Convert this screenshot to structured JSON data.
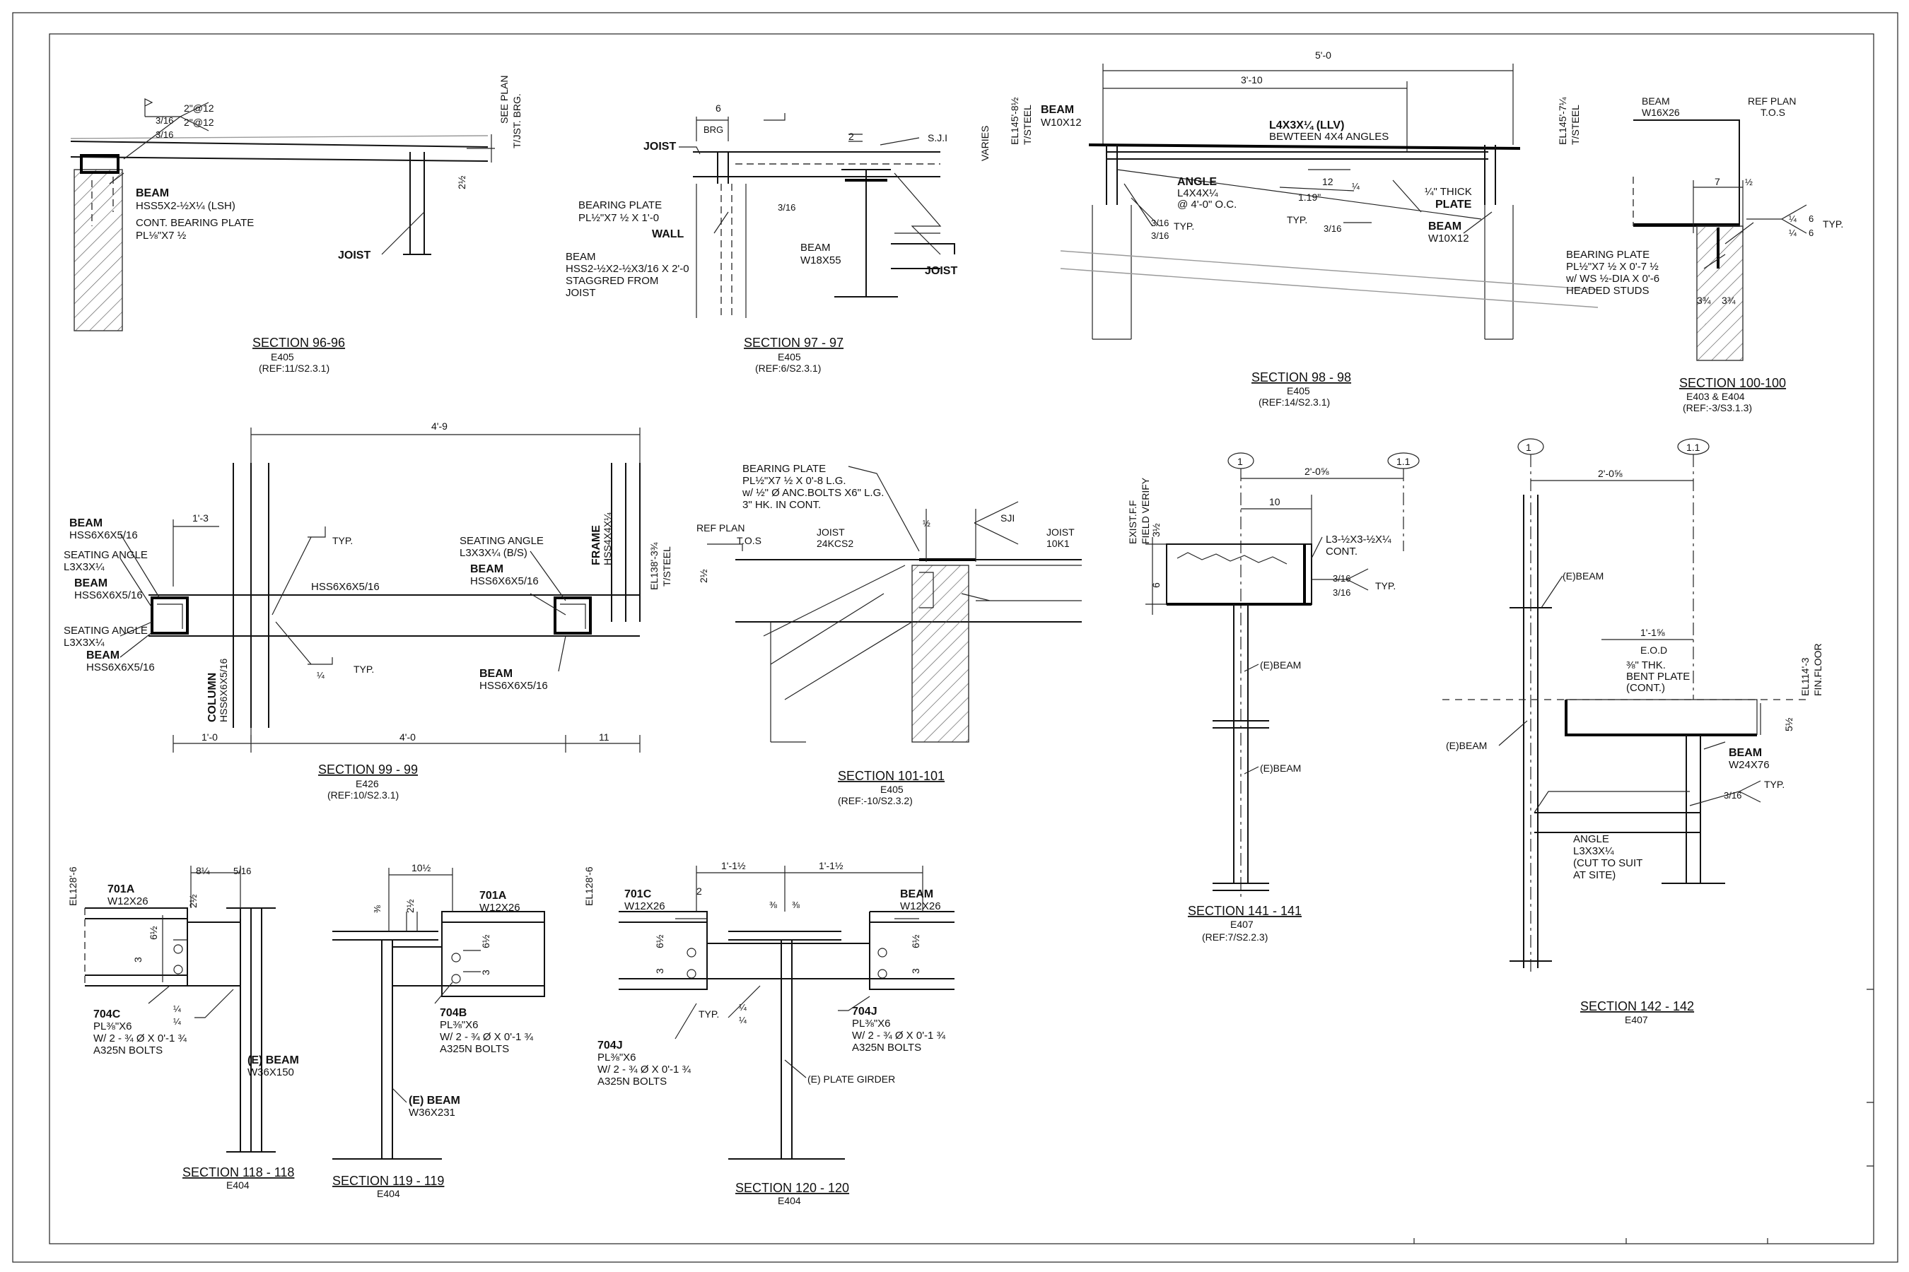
{
  "sections": {
    "s96": {
      "title": "SECTION 96-96",
      "sheet": "E405",
      "ref": "(REF:11/S2.3.1)"
    },
    "s97": {
      "title": "SECTION 97 - 97",
      "sheet": "E405",
      "ref": "(REF:6/S2.3.1)"
    },
    "s98": {
      "title": "SECTION 98 - 98",
      "sheet": "E405",
      "ref": "(REF:14/S2.3.1)"
    },
    "s100": {
      "title": "SECTION 100-100",
      "sheet": "E403 & E404",
      "ref": "(REF:-3/S3.1.3)"
    },
    "s99": {
      "title": "SECTION 99 - 99",
      "sheet": "E426",
      "ref": "(REF:10/S2.3.1)"
    },
    "s101": {
      "title": "SECTION 101-101",
      "sheet": "E405",
      "ref": "(REF:-10/S2.3.2)"
    },
    "s141": {
      "title": "SECTION 141 - 141",
      "sheet": "E407",
      "ref": "(REF:7/S2.2.3)"
    },
    "s142": {
      "title": "SECTION 142 - 142",
      "sheet": "E407"
    },
    "s118": {
      "title": "SECTION 118 - 118",
      "sheet": "E404"
    },
    "s119": {
      "title": "SECTION 119 - 119",
      "sheet": "E404"
    },
    "s120": {
      "title": "SECTION 120 - 120",
      "sheet": "E404"
    }
  },
  "labels": {
    "s96": {
      "weld1": "3/16",
      "weld2": "3/16",
      "weld1_spec": "2\"@12",
      "weld2_spec": "2\"@12",
      "see_plan": "SEE PLAN",
      "tjst": "T/JST. BRG.",
      "dim": "2½",
      "beam": "BEAM",
      "beam_spec": "HSS5X2-½X¼ (LSH)",
      "plate": "CONT. BEARING PLATE",
      "plate_spec": "PL⅛\"X7 ½",
      "joist": "JOIST"
    },
    "s97": {
      "dim6": "6",
      "brg": "BRG",
      "joist": "JOIST",
      "dim2": "2",
      "sji": "S.J.I",
      "bp": "BEARING PLATE",
      "bp_spec": "PL½\"X7 ½ X 1'-0",
      "weld": "3/16",
      "wall": "WALL",
      "beam": "BEAM",
      "beam_spec": "W18X55",
      "beam2": "BEAM",
      "beam2_spec1": "HSS2-½X2-½X3/16 X 2'-0",
      "beam2_spec2": "STAGGRED FROM",
      "beam2_spec3": "JOIST",
      "joist2": "JOIST"
    },
    "s98": {
      "dim_top": "5'-0",
      "dim_mid": "3'-10",
      "varies": "VARIES",
      "el_left1": "EL145'-8½",
      "el_left2": "T/STEEL",
      "el_right1": "EL145'-7¼",
      "el_right2": "T/STEEL",
      "beam_l": "BEAM",
      "beam_l_spec": "W10X12",
      "angle_top": "L4X3X¼ (LLV)",
      "angle_top2": "BEWTEEN 4X4 ANGLES",
      "angle": "ANGLE",
      "angle_spec1": "L4X4X¼",
      "angle_spec2": "@ 4'-0\" O.C.",
      "slope12": "12",
      "slope": "1.19\"",
      "slope_q": "¼",
      "typ": "TYP.",
      "typ2": "TYP.",
      "w1": "3/16",
      "w2": "3/16",
      "w3": "3/16",
      "plate": "¼\" THICK",
      "plate2": "PLATE",
      "beam_r": "BEAM",
      "beam_r_spec": "W10X12"
    },
    "s100": {
      "beam": "BEAM",
      "beam_spec": "W16X26",
      "ref": "REF PLAN",
      "tos": "T.O.S",
      "dim7": "7",
      "dimh": "½",
      "typ": "TYP.",
      "w1": "¼",
      "w2": "¼",
      "w3": "6",
      "w4": "6",
      "bp": "BEARING PLATE",
      "bp_spec1": "PL½\"X7 ½ X 0'-7 ½",
      "bp_spec2": "w/ WS ½-DIA X 0'-6",
      "bp_spec3": "HEADED STUDS",
      "d1": "3¾",
      "d2": "3¾"
    },
    "s99": {
      "dim_top": "4'-9",
      "dim_l": "1'-3",
      "dim_b1": "1'-0",
      "dim_b2": "4'-0",
      "dim_b3": "11",
      "beam1": "BEAM",
      "beam1_spec": "HSS6X6X5/16",
      "sa1": "SEATING ANGLE",
      "sa1_spec": "L3X3X¼",
      "beam2": "BEAM",
      "beam2_spec": "HSS6X6X5/16",
      "sa2": "SEATING ANGLE",
      "sa2_spec": "L3X3X¼",
      "beam3": "BEAM",
      "beam3_spec": "HSS6X6X5/16",
      "typ": "TYP.",
      "typ2": "TYP.",
      "w": "¼",
      "mid": "HSS6X6X5/16",
      "sa3": "SEATING ANGLE",
      "sa3_spec": "L3X3X¼ (B/S)",
      "beam4": "BEAM",
      "beam4_spec": "HSS6X6X5/16",
      "frame": "FRAME",
      "frame_spec": "HSS4X4X¼",
      "el": "EL138'-3¾",
      "el2": "T/STEEL",
      "col": "COLUMN",
      "col_spec": "HSS6X6X5/16",
      "beam5": "BEAM",
      "beam5_spec": "HSS6X6X5/16"
    },
    "s101": {
      "bp": "BEARING PLATE",
      "bp1": "PL½\"X7 ½ X 0'-8 L.G.",
      "bp2": "w/ ½\" Ø ANC.BOLTS X6\" L.G.",
      "bp3": "3\" HK. IN CONT.",
      "dimh": "½",
      "sji": "SJI",
      "ref": "REF PLAN",
      "tos": "T.O.S",
      "dim": "2½",
      "joist1": "JOIST",
      "joist1_spec": "24KCS2",
      "joist2": "JOIST",
      "joist2_spec": "10K1"
    },
    "s141": {
      "g1": "1",
      "g2": "1.1",
      "ex": "EXIST.F.F",
      "fv": "FIELD VERIFY",
      "dim": "2'-0⅝",
      "d10": "10",
      "d3": "3½",
      "d6": "6",
      "angle": "L3-½X3-½X¼",
      "cont": "CONT.",
      "w1": "3/16",
      "w2": "3/16",
      "typ": "TYP.",
      "eb1": "(E)BEAM",
      "eb2": "(E)BEAM"
    },
    "s142": {
      "g1": "1",
      "g2": "1.1",
      "dim": "2'-0⅝",
      "eb1": "(E)BEAM",
      "dim2": "1'-1⅝",
      "eod": "E.O.D",
      "bp": "⅜\" THK.",
      "bp2": "BENT PLATE",
      "bp3": "(CONT.)",
      "el": "EL114'-3",
      "el2": "FIN.FLOOR",
      "d5": "5½",
      "eb2": "(E)BEAM",
      "beam": "BEAM",
      "beam_spec": "W24X76",
      "w": "3/16",
      "typ": "TYP.",
      "angle": "ANGLE",
      "angle1": "L3X3X¼",
      "angle2": "(CUT TO SUIT",
      "angle3": "AT SITE)"
    },
    "s118": {
      "el": "EL128'-6",
      "m": "701A",
      "m_spec": "W12X26",
      "d8": "8¼",
      "d5": "5/16",
      "d2": "2½",
      "d6": "6½",
      "d3": "3",
      "p": "704C",
      "p1": "PL⅜\"X6",
      "p2": "W/ 2 - ¾ Ø X 0'-1 ¾",
      "p3": "A325N BOLTS",
      "w1": "¼",
      "w2": "¼",
      "eb": "(E) BEAM",
      "eb_spec": "W36X150"
    },
    "s119": {
      "d10": "10½",
      "d38": "⅜",
      "d2": "2½",
      "m": "701A",
      "m_spec": "W12X26",
      "d6": "6½",
      "d3": "3",
      "p": "704B",
      "p1": "PL⅜\"X6",
      "p2": "W/ 2 - ¾ Ø X 0'-1 ¾",
      "p3": "A325N BOLTS",
      "eb": "(E) BEAM",
      "eb_spec": "W36X231"
    },
    "s120": {
      "el": "EL128'-6",
      "d1": "1'-1½",
      "d2": "1'-1½",
      "d38a": "⅜",
      "d38b": "⅜",
      "m1": "701C",
      "m1_spec": "W12X26",
      "beam": "BEAM",
      "beam_spec": "W12X26",
      "d2b": "2",
      "d6a": "6½",
      "d6b": "6½",
      "d3a": "3",
      "d3b": "3",
      "typ": "TYP.",
      "w1": "¼",
      "w2": "¼",
      "pj": "704J",
      "pj1": "PL⅜\"X6",
      "pj2": "W/ 2 - ¾ Ø X 0'-1 ¾",
      "pj3": "A325N BOLTS",
      "pj_b": "704J",
      "pj_b1": "PL⅜\"X6",
      "pj_b2": "W/ 2 - ¾ Ø X 0'-1 ¾",
      "pj_b3": "A325N BOLTS",
      "pg": "(E) PLATE GIRDER"
    }
  }
}
